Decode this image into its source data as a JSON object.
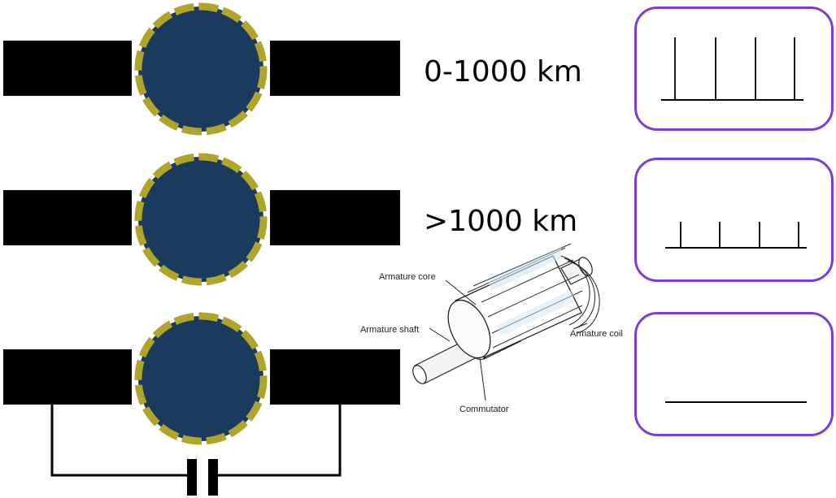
{
  "rows": [
    {
      "distance_label": "0-1000 km",
      "has_capacitor": false
    },
    {
      "distance_label": ">1000 km",
      "has_capacitor": false
    },
    {
      "distance_label": "",
      "has_capacitor": true
    }
  ],
  "armature": {
    "core_label": "Armature core",
    "shaft_label": "Armature shaft",
    "coil_label": "Armature coil",
    "commutator_label": "Commutator"
  },
  "colors": {
    "conductor": "#000000",
    "sphere": "#1a3a5e",
    "dashed_ring": "#b0a42a",
    "panel_border": "#7a3fd6"
  },
  "signal_panels": [
    {
      "pattern": "tall-spikes"
    },
    {
      "pattern": "short-spikes"
    },
    {
      "pattern": "flat-line"
    }
  ]
}
